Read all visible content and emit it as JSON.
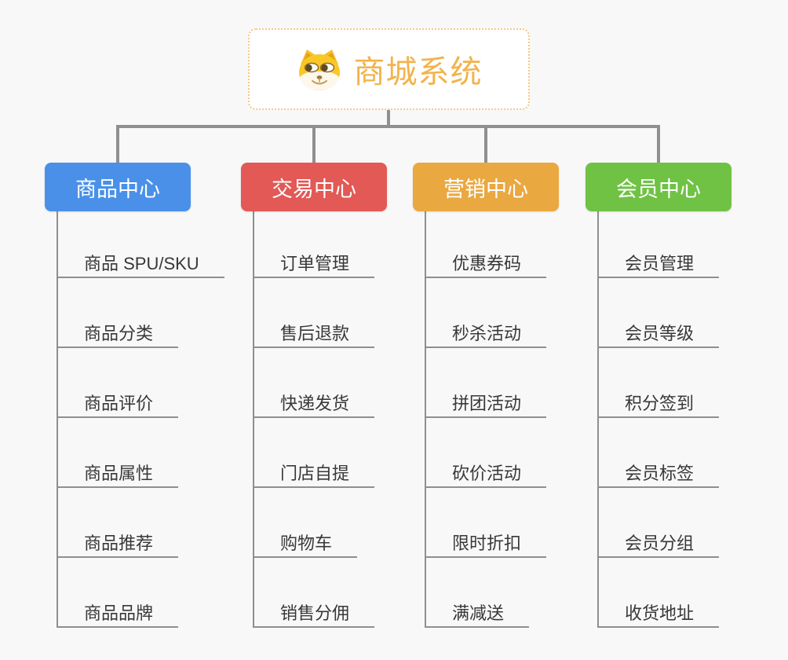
{
  "root": {
    "title": "商城系统",
    "icon": "dog-face-icon"
  },
  "branches": [
    {
      "label": "商品中心",
      "color": "#4a90e8",
      "items": [
        "商品 SPU/SKU",
        "商品分类",
        "商品评价",
        "商品属性",
        "商品推荐",
        "商品品牌"
      ]
    },
    {
      "label": "交易中心",
      "color": "#e25955",
      "items": [
        "订单管理",
        "售后退款",
        "快递发货",
        "门店自提",
        "购物车",
        "销售分佣"
      ]
    },
    {
      "label": "营销中心",
      "color": "#eaa840",
      "items": [
        "优惠券码",
        "秒杀活动",
        "拼团活动",
        "砍价活动",
        "限时折扣",
        "满减送"
      ]
    },
    {
      "label": "会员中心",
      "color": "#70c244",
      "items": [
        "会员管理",
        "会员等级",
        "积分签到",
        "会员标签",
        "会员分组",
        "收货地址"
      ]
    }
  ],
  "colors": {
    "background": "#f8f8f8",
    "connector": "#8f8f8f",
    "root_text": "#f2b34c",
    "root_border": "#f6c87f",
    "leaf_text": "#383838"
  }
}
